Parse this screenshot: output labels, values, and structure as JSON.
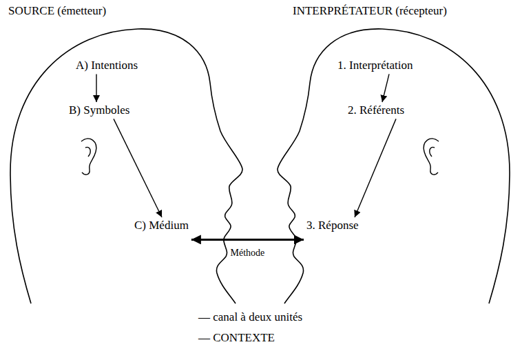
{
  "diagram": {
    "nodes": [
      {
        "text": [
          "SOURCE (émetteur)"
        ]
      },
      {
        "text": [
          "A) Intentions"
        ],
        "in": 0
      },
      {
        "text": [
          "B) Symboles"
        ],
        "in": 0
      },
      {
        "text": [
          "C) Médium"
        ],
        "in": 0
      },
      {
        "text": [
          "INTERPRÉTATEUR (récepteur)"
        ]
      },
      {
        "text": [
          "1. Interprétation"
        ],
        "in": 4
      },
      {
        "text": [
          "2. Référents"
        ],
        "in": 4
      },
      {
        "text": [
          "3. Réponse"
        ],
        "in": 4
      }
    ],
    "edges": [
      {
        "from": 1,
        "to": 2,
        "arrow": "to"
      },
      {
        "from": 2,
        "to": 3,
        "arrow": "to"
      },
      {
        "from": 5,
        "to": 6,
        "arrow": "to"
      },
      {
        "from": 6,
        "to": 7,
        "arrow": "to"
      },
      {
        "from": 3,
        "to": 7,
        "label": "Méthode",
        "arrow": "both"
      }
    ],
    "labels": [
      "— canal à deux unités",
      "— CONTEXTE"
    ]
  }
}
